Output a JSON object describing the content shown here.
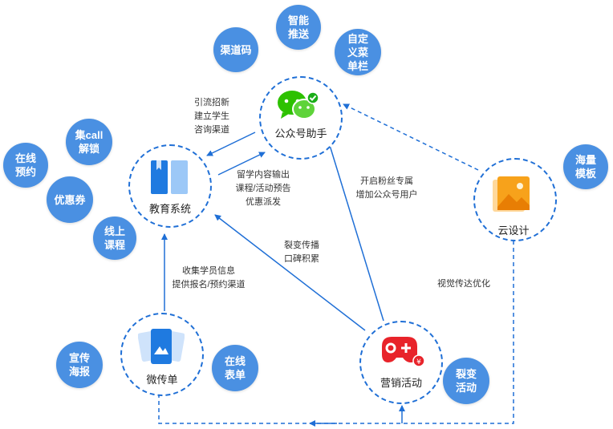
{
  "nodes": {
    "wechat": {
      "label": "公众号助手"
    },
    "edu": {
      "label": "教育系统"
    },
    "design": {
      "label": "云设计"
    },
    "flyer": {
      "label": "微传单"
    },
    "marketing": {
      "label": "营销活动"
    }
  },
  "bubbles": {
    "qudaoma": "渠道码",
    "zhineng": "智能\n推送",
    "zidingyi": "自定\n义菜\n单栏",
    "jicall": "集call\n解锁",
    "zaixian_yuyue": "在线\n预约",
    "youhuiquan": "优惠券",
    "xianshang": "线上\n课程",
    "hailiang": "海量\n模板",
    "xuanchuan": "宣传\n海报",
    "zaixian_biaodan": "在线\n表单",
    "liebian": "裂变\n活动"
  },
  "edge_labels": {
    "wechat_to_edu": "引流招新\n建立学生\n咨询渠道",
    "edu_to_wechat": "留学内容输出\n课程/活动预告\n优惠派发",
    "marketing_to_wechat": "开启粉丝专属\n增加公众号用户",
    "marketing_to_edu": "裂变传播\n口碑积累",
    "flyer_to_edu": "收集学员信息\n提供报名/预约渠道",
    "design_flow": "视觉传达优化"
  },
  "colors": {
    "bubble": "#4a90e2",
    "edge": "#1f6fd6",
    "wechat_green": "#2dc100",
    "marketing_red": "#e8232a"
  }
}
